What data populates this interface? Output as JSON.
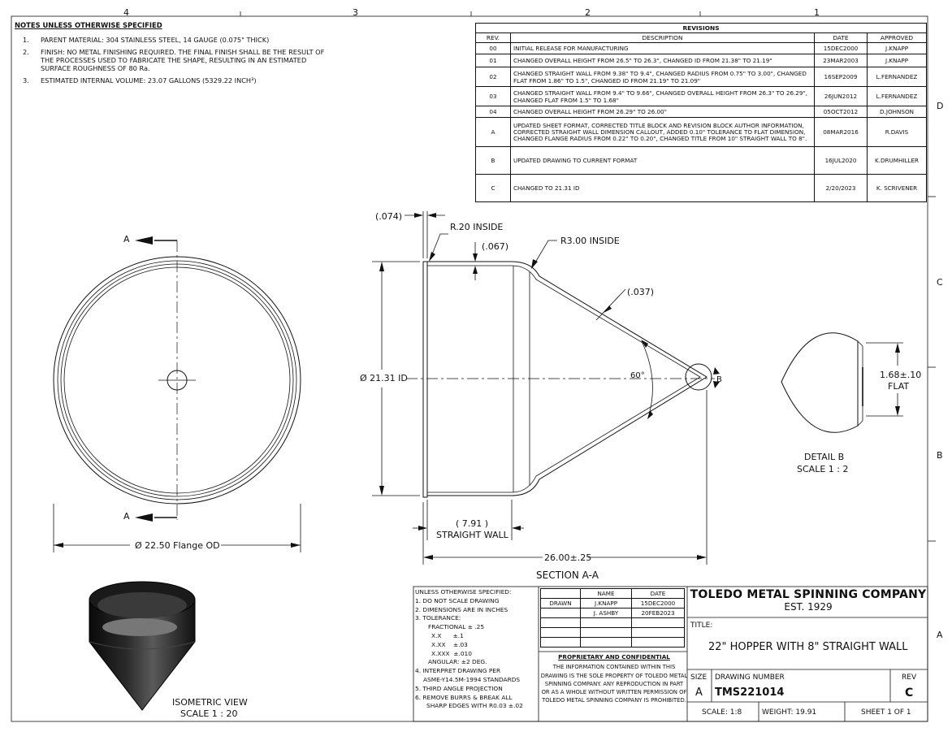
{
  "zones": {
    "top": [
      "4",
      "3",
      "2",
      "1"
    ],
    "right": [
      "D",
      "C",
      "B",
      "A"
    ]
  },
  "notes": {
    "heading": "NOTES UNLESS OTHERWISE SPECIFIED",
    "items": [
      {
        "num": "1.",
        "text": "PARENT MATERIAL: 304 STAINLESS STEEL, 14 GAUGE (0.075\" THICK)"
      },
      {
        "num": "2.",
        "text": "FINISH: NO METAL FINISHING REQUIRED.  THE FINAL FINISH SHALL BE THE RESULT OF THE PROCESSES USED TO FABRICATE THE SHAPE, RESULTING IN AN ESTIMATED SURFACE ROUGHNESS OF 80 Ra."
      },
      {
        "num": "3.",
        "text": "ESTIMATED INTERNAL VOLUME: 23.07 GALLONS (5329.22 INCH³)"
      }
    ]
  },
  "revisions": {
    "title": "REVISIONS",
    "headers": [
      "REV.",
      "DESCRIPTION",
      "DATE",
      "APPROVED"
    ],
    "rows": [
      {
        "rev": "00",
        "desc": "INITIAL RELEASE FOR MANUFACTURING",
        "date": "15DEC2000",
        "approved": "J.KNAPP"
      },
      {
        "rev": "01",
        "desc": "CHANGED OVERALL HEIGHT FROM 26.5\" TO 26.3\", CHANGED ID FROM 21.38\" TO 21.19\"",
        "date": "23MAR2003",
        "approved": "J.KNAPP"
      },
      {
        "rev": "02",
        "desc": "CHANGED STRAIGHT WALL FROM 9.38\" TO 9.4\", CHANGED RADIUS FROM 0.75\" TO 3.00\", CHANGED FLAT FROM 1.86\" TO 1.5\", CHANGED ID FROM 21.19\" TO 21.09\"",
        "date": "16SEP2009",
        "approved": "L.FERNANDEZ"
      },
      {
        "rev": "03",
        "desc": "CHANGED STRAIGHT WALL FROM 9.4\" TO 9.66\", CHANGED OVERALL HEIGHT FROM 26.3\" TO 26.29\", CHANGED FLAT FROM 1.5\" TO 1.68\"",
        "date": "26JUN2012",
        "approved": "L.FERNANDEZ"
      },
      {
        "rev": "04",
        "desc": "CHANGED OVERALL HEIGHT FROM 26.29\" TO 26.00\"",
        "date": "05OCT2012",
        "approved": "D.JOHNSON"
      },
      {
        "rev": "A",
        "desc": "UPDATED SHEET FORMAT, CORRECTED TITLE BLOCK AND REVISION BLOCK AUTHOR INFORMATION, CORRECTED STRAIGHT WALL DIMENSION CALLOUT, ADDED 0.10\" TOLERANCE TO FLAT DIMENSION, CHANGED FLANGE RADIUS FROM 0.22\" TO 0.20\", CHANGED TITLE FROM 10\" STRAIGHT WALL TO 8\".",
        "date": "08MAR2016",
        "approved": "R.DAVIS"
      },
      {
        "rev": "B",
        "desc": "UPDATED DRAWING TO CURRENT FORMAT",
        "date": "16JUL2020",
        "approved": "K.DRUMHILLER"
      },
      {
        "rev": "C",
        "desc": "CHANGED TO 21.31 ID",
        "date": "2/20/2023",
        "approved": "K. SCRIVENER"
      }
    ]
  },
  "front_view": {
    "section_marker": "A",
    "flange_od": "Ø 22.50 Flange OD"
  },
  "section_view": {
    "thickness_flange": "(.074)",
    "flange_radius": "R.20 INSIDE",
    "wall_thickness": "(.067)",
    "cone_radius": "R3.00 INSIDE",
    "cone_thickness": "(.037)",
    "inner_diameter": "Ø 21.31 ID",
    "angle": "60°",
    "detail_ref": "B",
    "straight_wall_value": "( 7.91 )",
    "straight_wall_label": "STRAIGHT WALL",
    "overall_height": "26.00±.25",
    "label": "SECTION A-A"
  },
  "detail_view": {
    "flat_value": "1.68±.10",
    "flat_label": "FLAT",
    "title": "DETAIL B",
    "scale": "SCALE 1 : 2"
  },
  "iso_view": {
    "title": "ISOMETRIC VIEW",
    "scale": "SCALE 1 : 20"
  },
  "title_block": {
    "tolerance_lines": [
      "UNLESS OTHERWISE SPECIFIED:",
      "1. DO NOT SCALE DRAWING",
      "2. DIMENSIONS ARE IN INCHES",
      "3. TOLERANCE:",
      "FRACTIONAL ± .25",
      "X.X      ±.1",
      "X.XX    ±.03",
      "X.XXX  ±.010",
      "ANGULAR: ±2 DEG.",
      "4. INTERPRET DRAWING PER",
      "ASME-Y14.5M-1994 STANDARDS",
      "5. THIRD ANGLE PROJECTION",
      "6. REMOVE BURRS & BREAK ALL",
      "SHARP EDGES WITH R0.03 ±.02"
    ],
    "names_header": [
      "",
      "NAME",
      "DATE"
    ],
    "drawn_label": "DRAWN",
    "drawn_name": "J.KNAPP",
    "drawn_date": "15DEC2000",
    "second_name": "J. ASHBY",
    "second_date": "20FEB2023",
    "proprietary_heading": "PROPRIETARY AND CONFIDENTIAL",
    "proprietary_text": "THE INFORMATION CONTAINED WITHIN THIS DRAWING IS THE SOLE PROPERTY OF TOLEDO METAL SPINNING COMPANY.  ANY REPRODUCTION IN PART OR AS A WHOLE WITHOUT WRITTEN PERMISSION OF TOLEDO METAL SPINNING COMPANY IS PROHIBITED.",
    "company_name": "TOLEDO METAL SPINNING COMPANY",
    "company_est": "EST. 1929",
    "title_label": "TITLE:",
    "title_value": "22\" HOPPER WITH 8\" STRAIGHT WALL",
    "size_label": "SIZE",
    "size_value": "A",
    "drawing_number_label": "DRAWING NUMBER",
    "drawing_number": "TMS221014",
    "rev_label": "REV",
    "rev_value": "C",
    "scale": "SCALE: 1:8",
    "weight": "WEIGHT: 19.91",
    "sheet": "SHEET 1 OF 1"
  }
}
